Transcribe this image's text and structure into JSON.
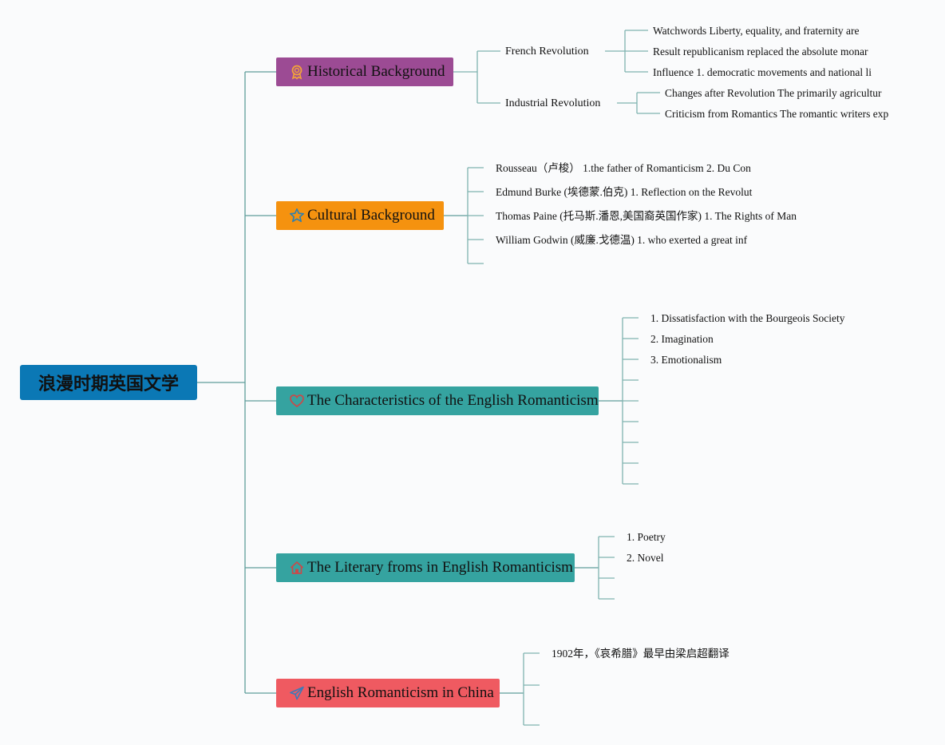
{
  "root": {
    "label": "浪漫时期英国文学",
    "color": "#0b78b5"
  },
  "branches": [
    {
      "id": "historical",
      "label": "Historical Background",
      "color": "#9c4b94",
      "icon": "ribbon-award-icon",
      "children": [
        {
          "label": "French Revolution",
          "children": [
            "Watchwords Liberty, equality, and fraternity are",
            "Result republicanism replaced the absolute monar",
            "Influence 1. democratic movements and national li"
          ]
        },
        {
          "label": "Industrial Revolution",
          "children": [
            "Changes after Revolution The primarily agricultur",
            "Criticism from Romantics The romantic writers exp"
          ]
        }
      ]
    },
    {
      "id": "cultural",
      "label": "Cultural Background",
      "color": "#f5920f",
      "icon": "star-icon",
      "items": [
        "Rousseau（卢梭） 1.the father of Romanticism 2. Du Con",
        "Edmund Burke (埃德蒙.伯克) 1. Reflection on the Revolut",
        "Thomas Paine (托马斯.潘恩,美国裔英国作家) 1. The Rights of Man",
        "William Godwin (威廉.戈德温) 1. who exerted a great inf",
        ""
      ]
    },
    {
      "id": "characteristics",
      "label": "The Characteristics of the English Romanticism",
      "color": "#35a3a0",
      "icon": "heart-icon",
      "items": [
        "1. Dissatisfaction with the Bourgeois Society",
        "2. Imagination",
        "3. Emotionalism",
        "",
        "",
        "",
        "",
        "",
        ""
      ]
    },
    {
      "id": "literary",
      "label": "The Literary froms in English Romanticism",
      "color": "#35a3a0",
      "icon": "home-icon",
      "items": [
        "1. Poetry",
        "2. Novel",
        "",
        ""
      ]
    },
    {
      "id": "china",
      "label": "English Romanticism in China",
      "color": "#ef5a61",
      "icon": "paper-plane-icon",
      "items": [
        "1902年，《哀希腊》最早由梁启超翻译",
        "",
        ""
      ]
    }
  ]
}
